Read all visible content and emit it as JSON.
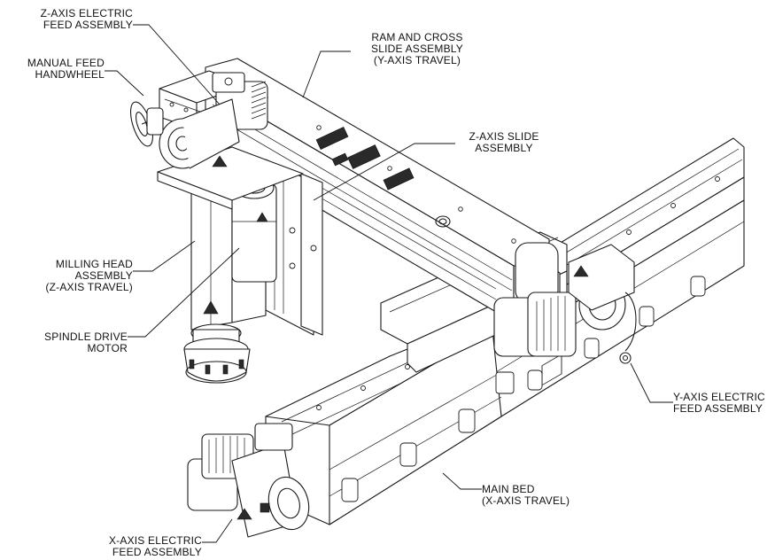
{
  "labels": {
    "z_feed": [
      "Z-AXIS ELECTRIC",
      "FEED ASSEMBLY"
    ],
    "handwheel": [
      "MANUAL FEED",
      "HANDWHEEL"
    ],
    "ram": [
      "RAM AND CROSS",
      "SLIDE ASSEMBLY",
      "(Y-AXIS TRAVEL)"
    ],
    "z_slide": [
      "Z-AXIS SLIDE",
      "ASSEMBLY"
    ],
    "milling_head": [
      "MILLING HEAD",
      "ASSEMBLY",
      "(Z-AXIS TRAVEL)"
    ],
    "spindle": [
      "SPINDLE DRIVE",
      "MOTOR"
    ],
    "y_feed": [
      "Y-AXIS ELECTRIC",
      "FEED ASSEMBLY"
    ],
    "main_bed": [
      "MAIN BED",
      "(X-AXIS TRAVEL)"
    ],
    "x_feed": [
      "X-AXIS ELECTRIC",
      "FEED ASSEMBLY"
    ]
  },
  "colors": {
    "line": "#1a1a1a",
    "text": "#111111",
    "background": "#ffffff"
  }
}
